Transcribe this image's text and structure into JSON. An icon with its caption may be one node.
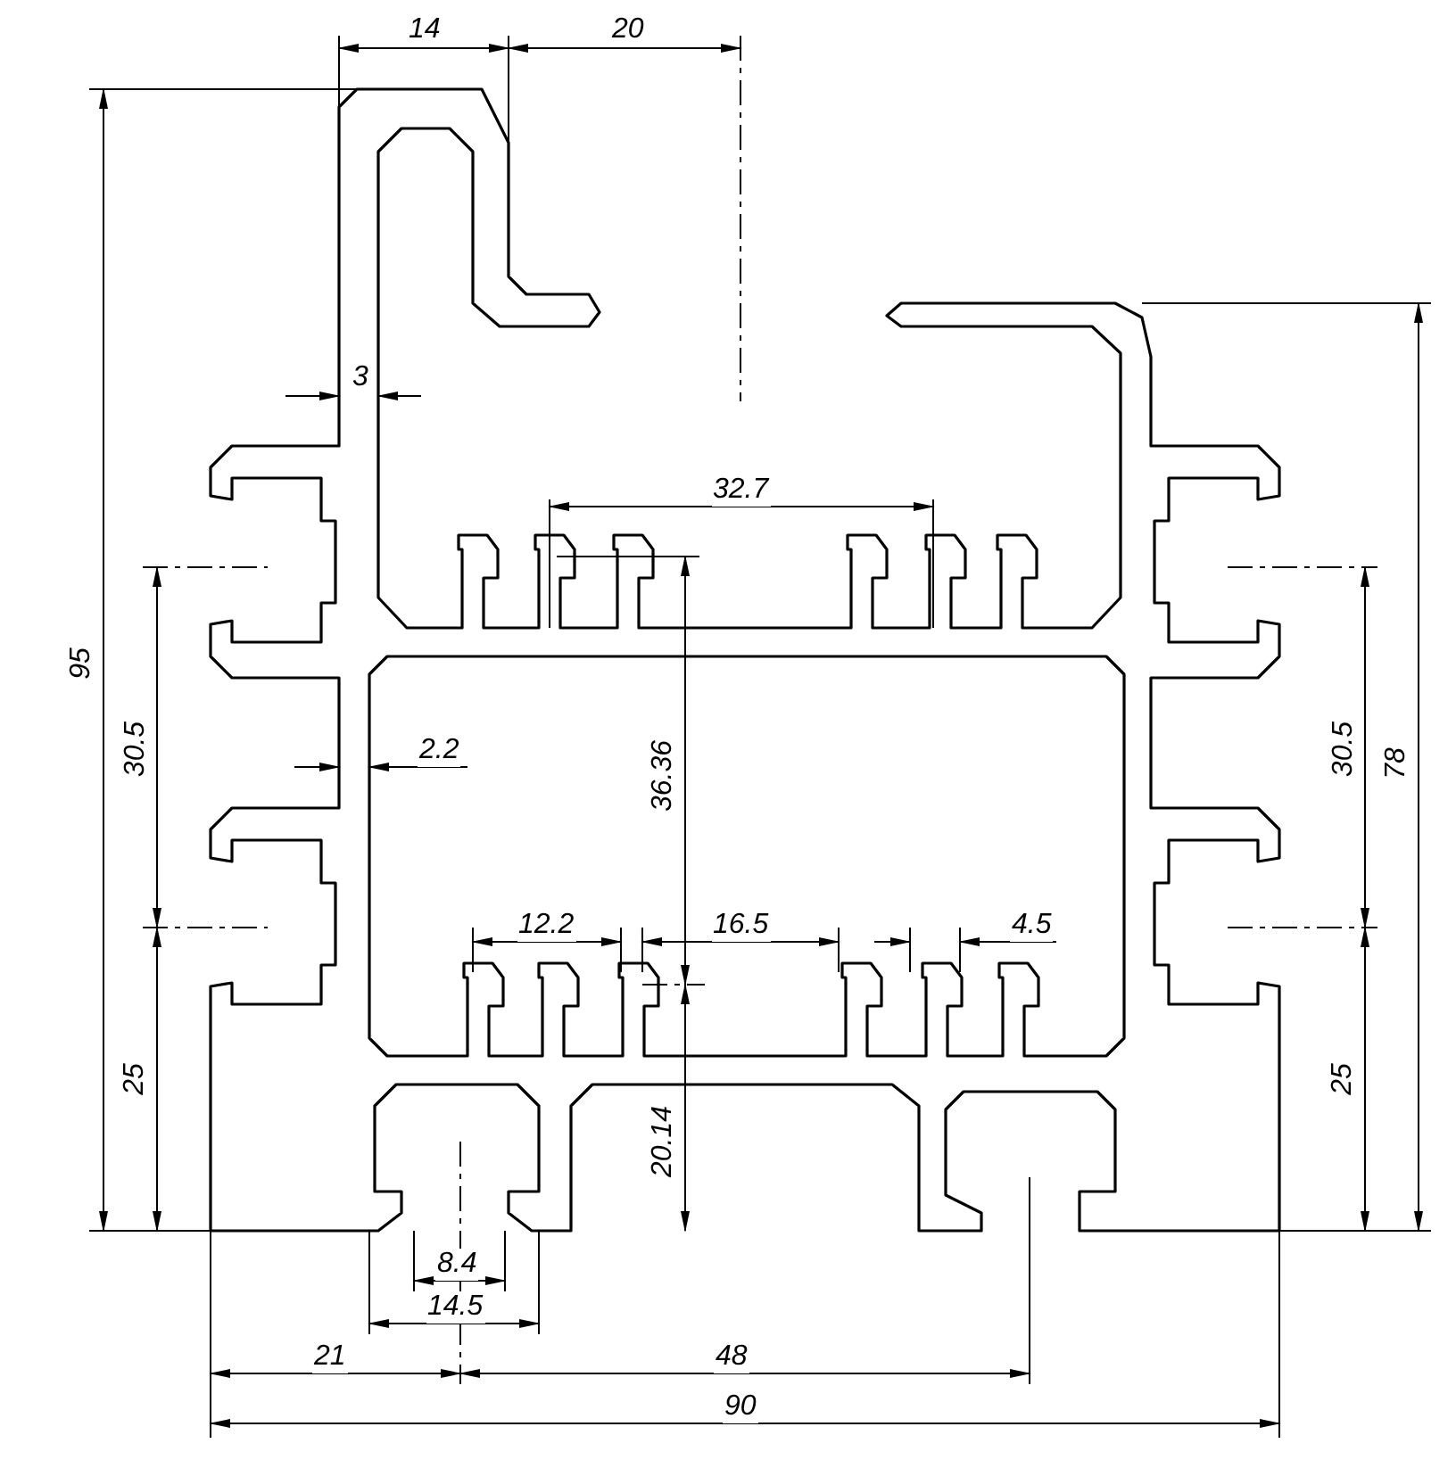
{
  "diagram": {
    "labels": [
      "14",
      "20",
      "3",
      "32.7",
      "95",
      "30.5",
      "2.2",
      "36.36",
      "30.5",
      "78",
      "12.2",
      "16.5",
      "4.5",
      "25",
      "20.14",
      "25",
      "8.4",
      "14.5",
      "21",
      "48",
      "90"
    ]
  }
}
